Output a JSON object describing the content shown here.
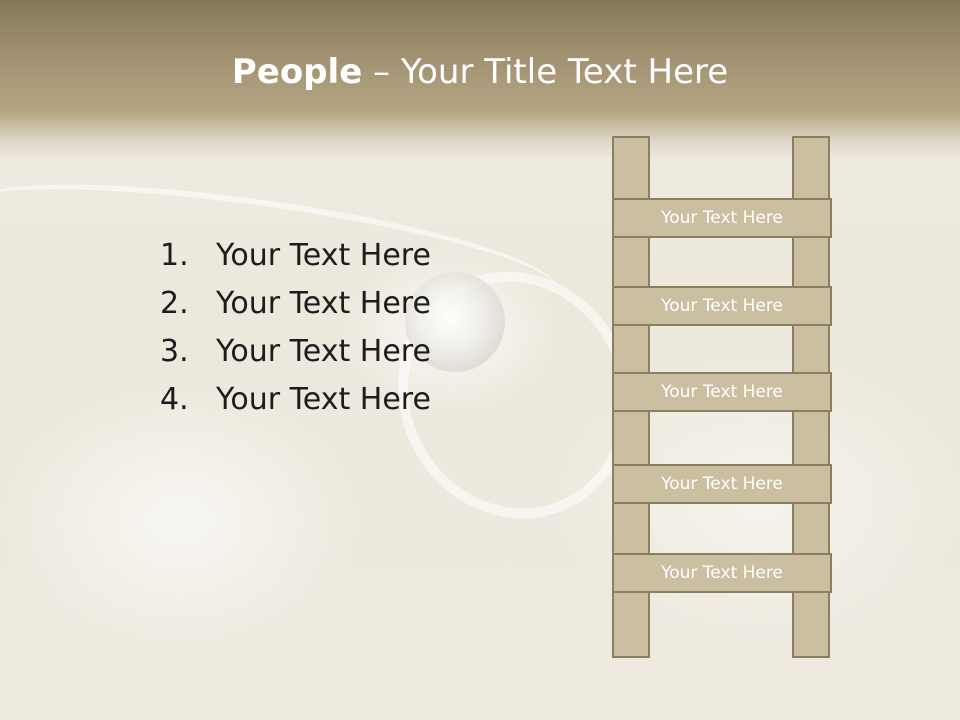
{
  "slide": {
    "title_bold": "People",
    "title_rest": " – Your Title Text Here",
    "list": [
      {
        "num": "1.",
        "text": "Your Text Here"
      },
      {
        "num": "2.",
        "text": "Your Text Here"
      },
      {
        "num": "3.",
        "text": "Your Text Here"
      },
      {
        "num": "4.",
        "text": "Your Text Here"
      }
    ],
    "ladder": {
      "rungs": [
        "Your Text Here",
        "Your Text Here",
        "Your Text Here",
        "Your Text Here",
        "Your Text Here"
      ]
    }
  },
  "colors": {
    "header": "#a29171",
    "ladder_fill": "#cbbfa1",
    "ladder_border": "#8c7f60",
    "text": "#1c1c1c"
  }
}
